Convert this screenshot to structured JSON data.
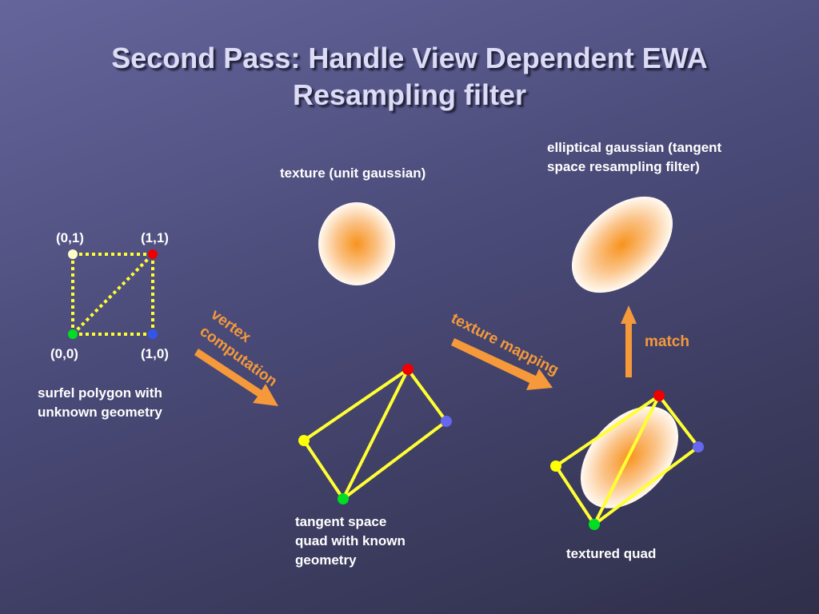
{
  "title": {
    "line1": "Second Pass: Handle View Dependent EWA",
    "line2": "Resampling  filter"
  },
  "labels": {
    "texture": "texture (unit gaussian)",
    "elliptical_line1": "elliptical gaussian (tangent",
    "elliptical_line2": "space resampling filter)",
    "coord_01": "(0,1)",
    "coord_11": "(1,1)",
    "coord_00": "(0,0)",
    "coord_10": "(1,0)",
    "surfel_line1": "surfel polygon with",
    "surfel_line2": "unknown geometry",
    "tangent_line1": "tangent space",
    "tangent_line2": "quad with known",
    "tangent_line3": "geometry",
    "textured_quad": "textured quad"
  },
  "steps": {
    "vertex_line1": "vertex",
    "vertex_line2": "computation",
    "texture_mapping": "texture mapping",
    "match": "match"
  },
  "colors": {
    "accent": "#f5993a",
    "edge": "#ffff33",
    "red": "#ee0000",
    "green": "#00dd22",
    "blue": "#5555ee",
    "white": "#ffffcc"
  }
}
